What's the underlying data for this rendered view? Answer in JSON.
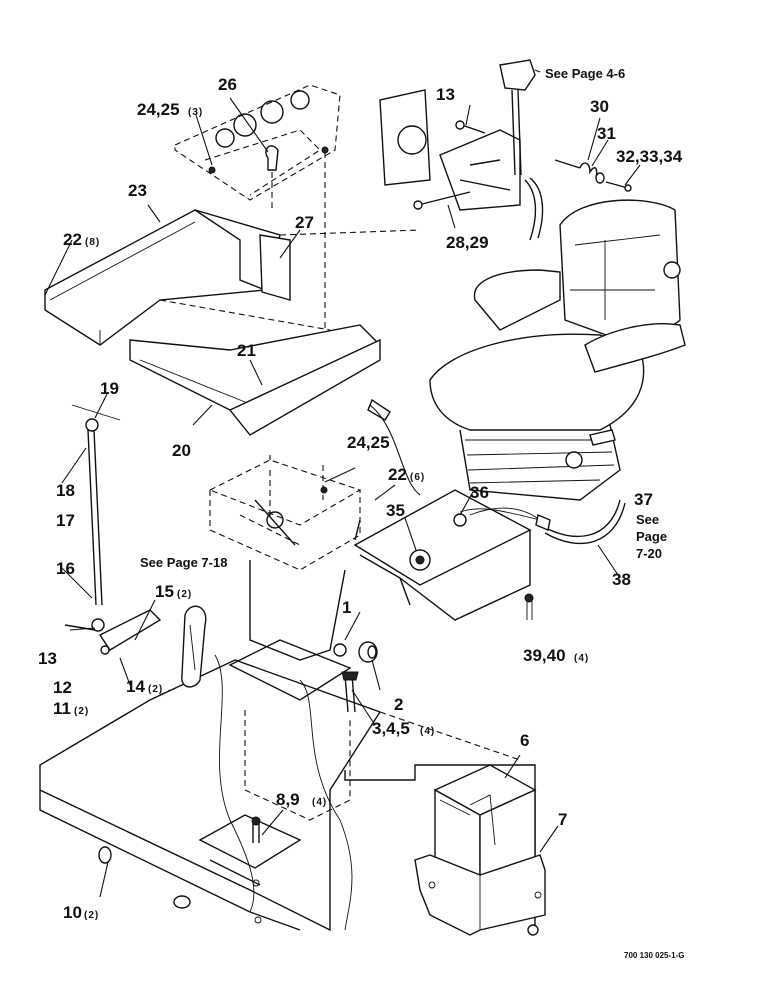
{
  "labels": {
    "l1": "1",
    "l2": "2",
    "l345": "3,4,5",
    "l345q": "(4)",
    "l6": "6",
    "l7": "7",
    "l89": "8,9",
    "l89q": "(4)",
    "l10": "10",
    "l10q": "(2)",
    "l11": "11",
    "l11q": "(2)",
    "l12": "12",
    "l13a": "13",
    "l13b": "13",
    "l14": "14",
    "l14q": "(2)",
    "l15": "15",
    "l15q": "(2)",
    "l16": "16",
    "l17": "17",
    "l18": "18",
    "l19": "19",
    "l20": "20",
    "l21": "21",
    "l22a": "22",
    "l22aq": "(8)",
    "l22b": "22",
    "l22bq": "(6)",
    "l23": "23",
    "l2425a": "24,25",
    "l2425aq": "(3)",
    "l2425b": "24,25",
    "l26": "26",
    "l27": "27",
    "l2829": "28,29",
    "l30": "30",
    "l31": "31",
    "l323334": "32,33,34",
    "l35": "35",
    "l36": "36",
    "l37": "37",
    "l38": "38",
    "l3940": "39,40",
    "l3940q": "(4)"
  },
  "notes": {
    "see46": "See Page 4-6",
    "see718": "See Page 7-18",
    "see720_a": "See",
    "see720_b": "Page",
    "see720_c": "7-20"
  },
  "figure_id": "700 130 025-1-G"
}
